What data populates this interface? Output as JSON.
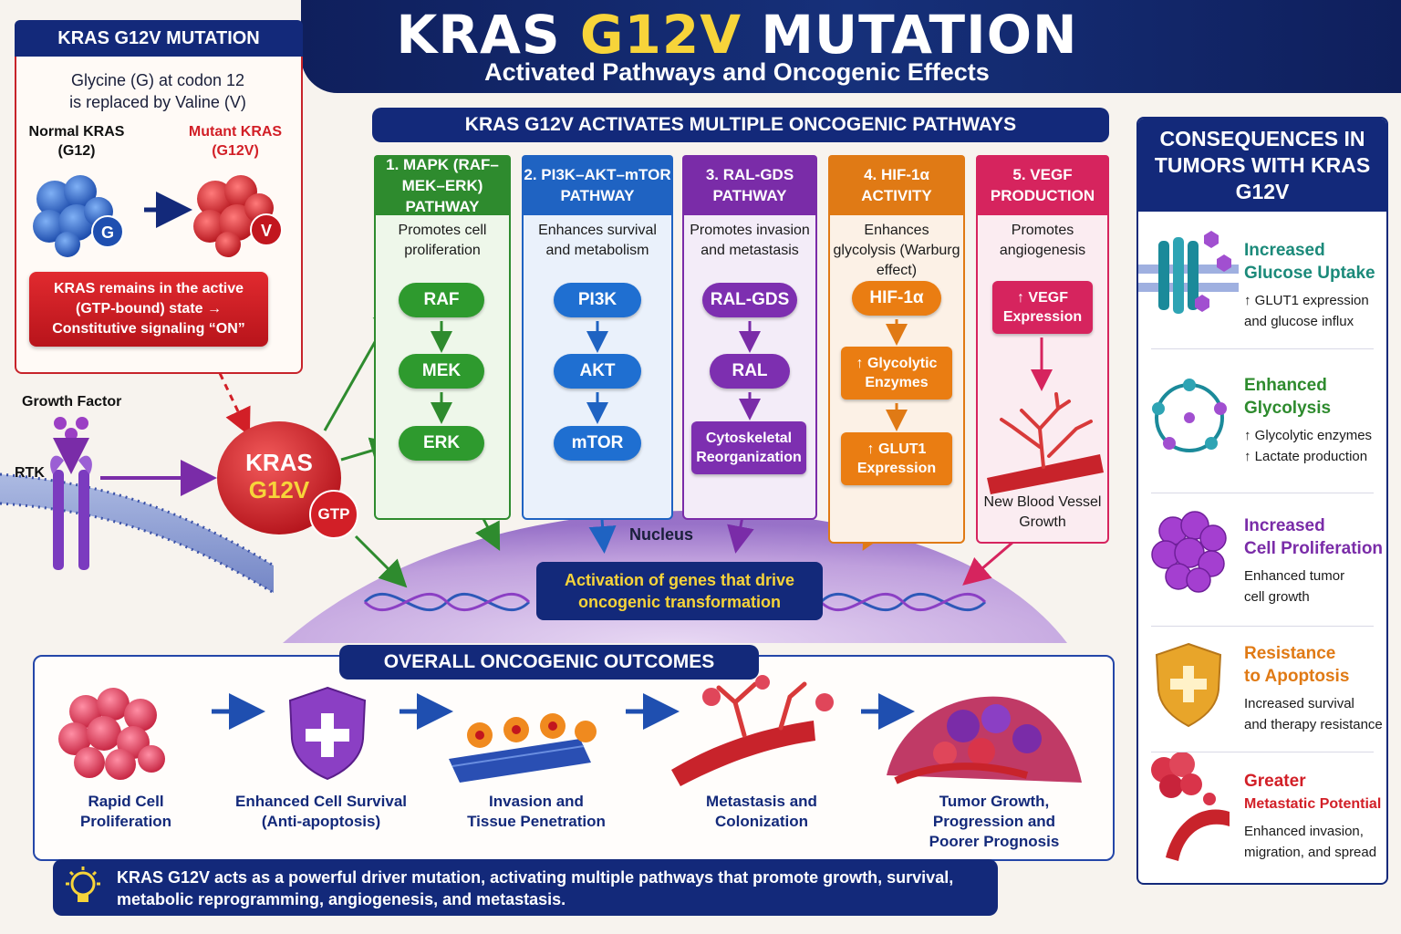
{
  "header": {
    "title_part1": "KRAS ",
    "title_highlight": "G12V",
    "title_part2": " MUTATION",
    "subtitle": "Activated Pathways and Oncogenic Effects"
  },
  "mutation_box": {
    "title": "KRAS G12V MUTATION",
    "description_line1": "Glycine (G) at codon 12",
    "description_line2": "is replaced by Valine (V)",
    "normal_label_line1": "Normal KRAS",
    "normal_label_line2": "(G12)",
    "mutant_label_line1": "Mutant KRAS",
    "mutant_label_line2": "(G12V)",
    "normal_badge": "G",
    "mutant_badge": "V",
    "active_state": "KRAS remains in the active (GTP-bound) state → Constitutive signaling “ON”"
  },
  "membrane": {
    "growth_factor_label": "Growth Factor",
    "rtk_label": "RTK",
    "kras_label_line1": "KRAS",
    "kras_label_line2": "G12V",
    "gtp_label": "GTP"
  },
  "central": {
    "banner": "KRAS G12V ACTIVATES MULTIPLE ONCOGENIC PATHWAYS",
    "nucleus_label": "Nucleus",
    "genes_box": "Activation of genes that drive oncogenic transformation"
  },
  "pathways": [
    {
      "title": "1. MAPK (RAF–MEK–ERK) PATHWAY",
      "description": "Promotes cell proliferation",
      "nodes": [
        "RAF",
        "MEK",
        "ERK"
      ],
      "color": "#2e8b2e",
      "light": "#eef7ea"
    },
    {
      "title": "2. PI3K–AKT–mTOR PATHWAY",
      "description": "Enhances survival and metabolism",
      "nodes": [
        "PI3K",
        "AKT",
        "mTOR"
      ],
      "color": "#1f63c2",
      "light": "#eaf1fb"
    },
    {
      "title": "3. RAL-GDS PATHWAY",
      "description": "Promotes invasion and metastasis",
      "nodes": [
        "RAL-GDS",
        "RAL",
        "Cytoskeletal Reorganization"
      ],
      "color": "#7a2ca8",
      "light": "#f3ecf8"
    },
    {
      "title": "4. HIF-1α ACTIVITY",
      "description": "Enhances glycolysis (Warburg effect)",
      "nodes": [
        "HIF-1α",
        "↑ Glycolytic Enzymes",
        "↑ GLUT1 Expression"
      ],
      "color": "#e07a15",
      "light": "#fcf1e6"
    },
    {
      "title": "5. VEGF PRODUCTION",
      "description": "Promotes angiogenesis",
      "nodes": [
        "↑ VEGF Expression",
        "New Blood Vessel Growth"
      ],
      "color": "#d6245e",
      "light": "#fbecf1"
    }
  ],
  "consequences": {
    "title": "CONSEQUENCES IN TUMORS WITH KRAS G12V",
    "items": [
      {
        "title_line1": "Increased",
        "title_line2": "Glucose Uptake",
        "desc_line1": "↑ GLUT1 expression",
        "desc_line2": "and glucose influx",
        "color": "#1b8a7a"
      },
      {
        "title_line1": "Enhanced",
        "title_line2": "Glycolysis",
        "desc_line1": "↑ Glycolytic enzymes",
        "desc_line2": "↑ Lactate production",
        "color": "#2e8b2e"
      },
      {
        "title_line1": "Increased",
        "title_line2": "Cell Proliferation",
        "desc_line1": "Enhanced tumor",
        "desc_line2": "cell growth",
        "color": "#7a2ca8"
      },
      {
        "title_line1": "Resistance",
        "title_line2": "to Apoptosis",
        "desc_line1": "Increased survival",
        "desc_line2": "and therapy resistance",
        "color": "#e07a15"
      },
      {
        "title_line1": "Greater",
        "title_line2": "Metastatic Potential",
        "desc_line1": "Enhanced invasion,",
        "desc_line2": "migration, and spread",
        "color": "#d21f27"
      }
    ]
  },
  "outcomes": {
    "banner": "OVERALL ONCOGENIC OUTCOMES",
    "items": [
      {
        "line1": "Rapid Cell",
        "line2": "Proliferation",
        "line3": ""
      },
      {
        "line1": "Enhanced Cell Survival",
        "line2": "(Anti-apoptosis)",
        "line3": ""
      },
      {
        "line1": "Invasion and",
        "line2": "Tissue Penetration",
        "line3": ""
      },
      {
        "line1": "Metastasis and",
        "line2": "Colonization",
        "line3": ""
      },
      {
        "line1": "Tumor Growth,",
        "line2": "Progression and",
        "line3": "Poorer Prognosis"
      }
    ]
  },
  "summary": {
    "line1": "KRAS G12V acts as a powerful driver mutation, activating multiple pathways that promote growth, survival,",
    "line2": "metabolic reprogramming, angiogenesis, and metastasis."
  },
  "colors": {
    "navy": "#13297a",
    "red": "#d21f27",
    "yellow": "#f7d43a"
  },
  "icons": [
    "lightbulb-icon",
    "shield-plus-icon",
    "blood-vessel-icon",
    "cell-cluster-icon",
    "dna-helix-icon",
    "receptor-icon",
    "protein-molecule-icon"
  ]
}
